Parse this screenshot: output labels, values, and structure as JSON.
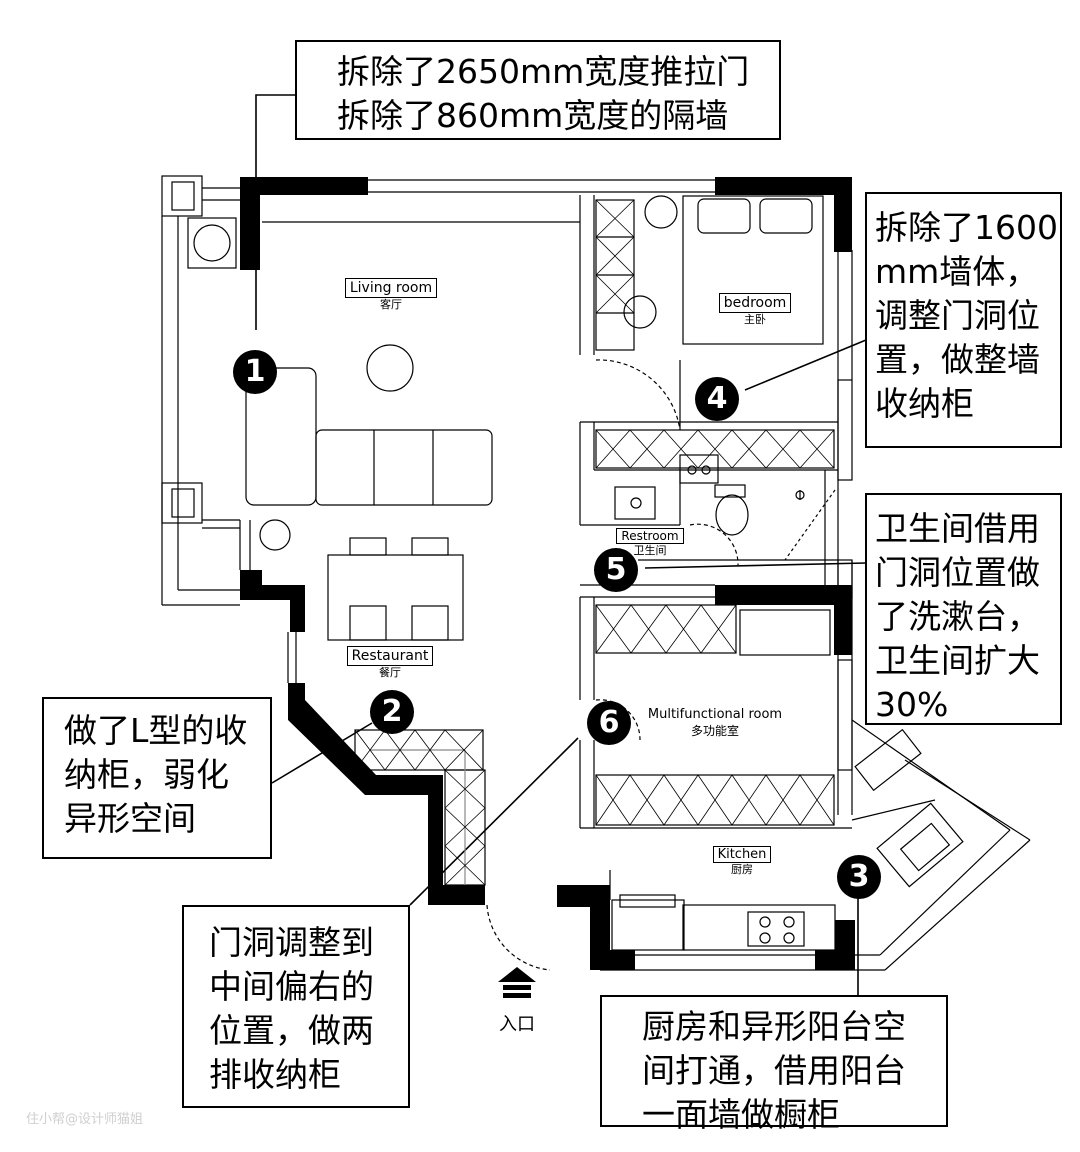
{
  "callouts": [
    {
      "id": "top",
      "lines": "拆除了2650mm宽度推拉门\n拆除了860mm宽度的隔墙"
    },
    {
      "id": "right-top",
      "lines": "拆除了1600\nmm墙体，\n调整门洞位\n置，做整墙\n收纳柜"
    },
    {
      "id": "right-mid",
      "lines": "卫生间借用\n门洞位置做\n了洗漱台，\n卫生间扩大\n30%"
    },
    {
      "id": "left",
      "lines": "做了L型的收\n纳柜，弱化\n异形空间"
    },
    {
      "id": "bottom-left",
      "lines": "门洞调整到\n中间偏右的\n位置，做两\n排收纳柜"
    },
    {
      "id": "bottom-right",
      "lines": "厨房和异形阳台空\n间打通，借用阳台\n一面墙做橱柜"
    }
  ],
  "badges": [
    "1",
    "2",
    "3",
    "4",
    "5",
    "6"
  ],
  "rooms": {
    "living": {
      "en": "Living room",
      "cn": "客厅"
    },
    "bedroom": {
      "en": "bedroom",
      "cn": "主卧"
    },
    "restroom": {
      "en": "Restroom",
      "cn": "卫生间"
    },
    "restaurant": {
      "en": "Restaurant",
      "cn": "餐厅"
    },
    "multi": {
      "en": "Multifunctional room",
      "cn": "多功能室"
    },
    "kitchen": {
      "en": "Kitchen",
      "cn": "厨房"
    }
  },
  "entrance": {
    "label": "入口",
    "icon": "entrance-arrow-icon"
  },
  "watermark": "住小帮@设计师猫姐"
}
